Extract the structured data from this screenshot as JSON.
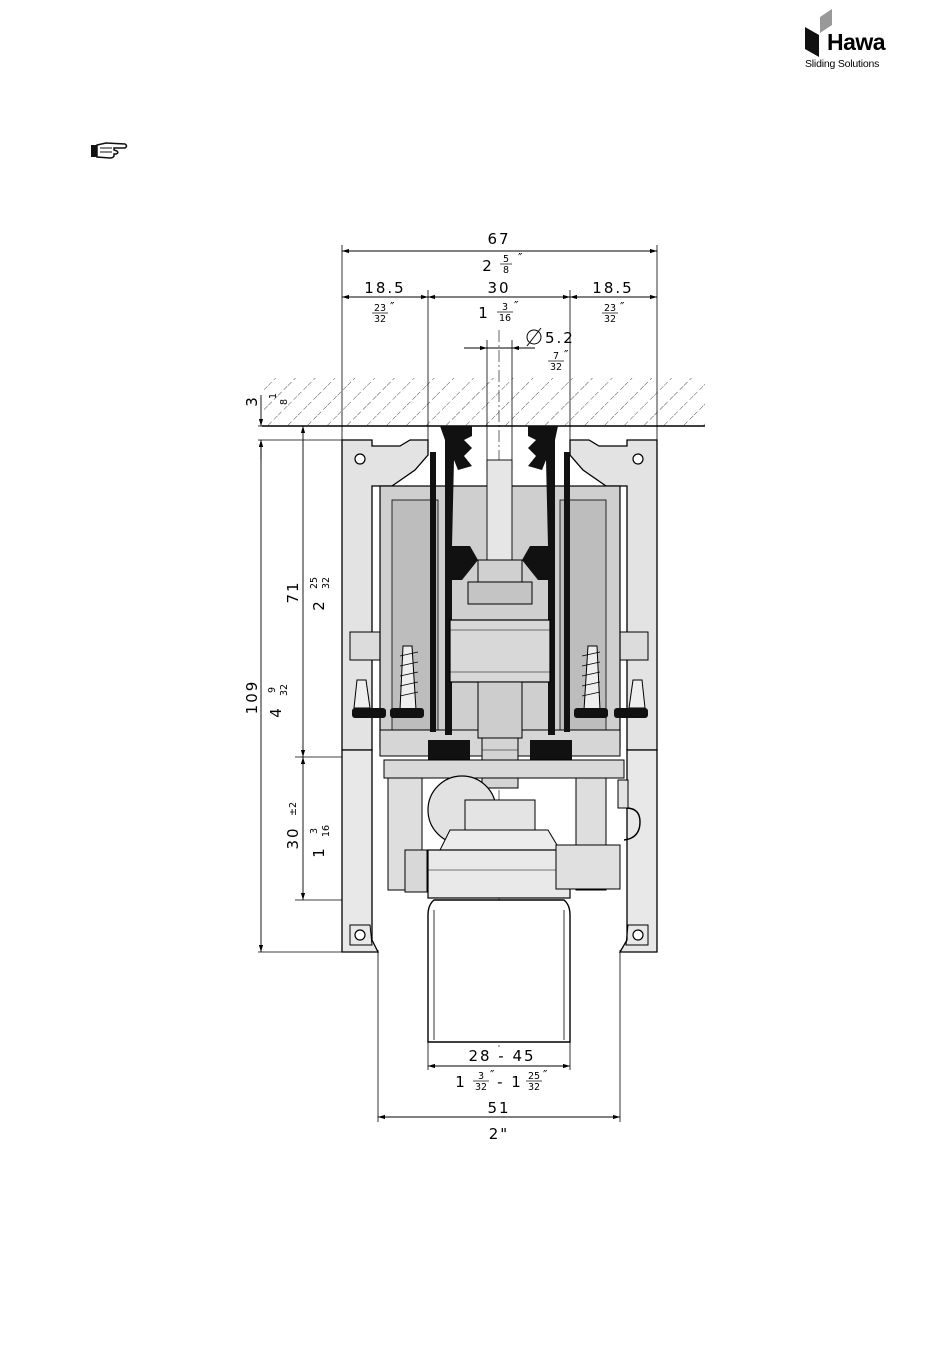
{
  "brand": {
    "name": "Hawa",
    "tagline": "Sliding Solutions"
  },
  "dimensions": {
    "overall_width_mm": "67",
    "overall_width_in_whole": "2",
    "overall_width_in_num": "5",
    "overall_width_in_den": "8",
    "side_mm_left": "18.5",
    "side_mm_right": "18.5",
    "side_in_num": "23",
    "side_in_den": "32",
    "center_mm": "30",
    "center_in_whole": "1",
    "center_in_num": "3",
    "center_in_den": "16",
    "bolt_diameter_mm": "5.2",
    "bolt_in_num": "7",
    "bolt_in_den": "32",
    "ceiling_mm": "3",
    "ceiling_in": "1",
    "ceiling_in_den": "8",
    "height_total_mm": "109",
    "height_total_in_whole": "4",
    "height_total_in_num": "9",
    "height_total_in_den": "32",
    "height_track_mm": "71",
    "height_track_in_whole": "2",
    "height_track_in_num": "25",
    "height_track_in_den": "32",
    "adjust_mm": "30",
    "adjust_tol": "±2",
    "adjust_in_whole": "1",
    "adjust_in_num": "3",
    "adjust_in_den": "16",
    "door_range_mm": "28   -  45",
    "door_range_in_a_whole": "1",
    "door_range_in_a_num": "3",
    "door_range_in_a_den": "32",
    "door_range_in_b_whole": "- 1",
    "door_range_in_b_num": "25",
    "door_range_in_b_den": "32",
    "bottom_width_mm": "51",
    "bottom_width_in": "2\""
  },
  "colors": {
    "hatch": "#555555",
    "profile_fill": "#d9d9d9",
    "body_fill": "#c8c8c8",
    "dark": "#111111"
  }
}
